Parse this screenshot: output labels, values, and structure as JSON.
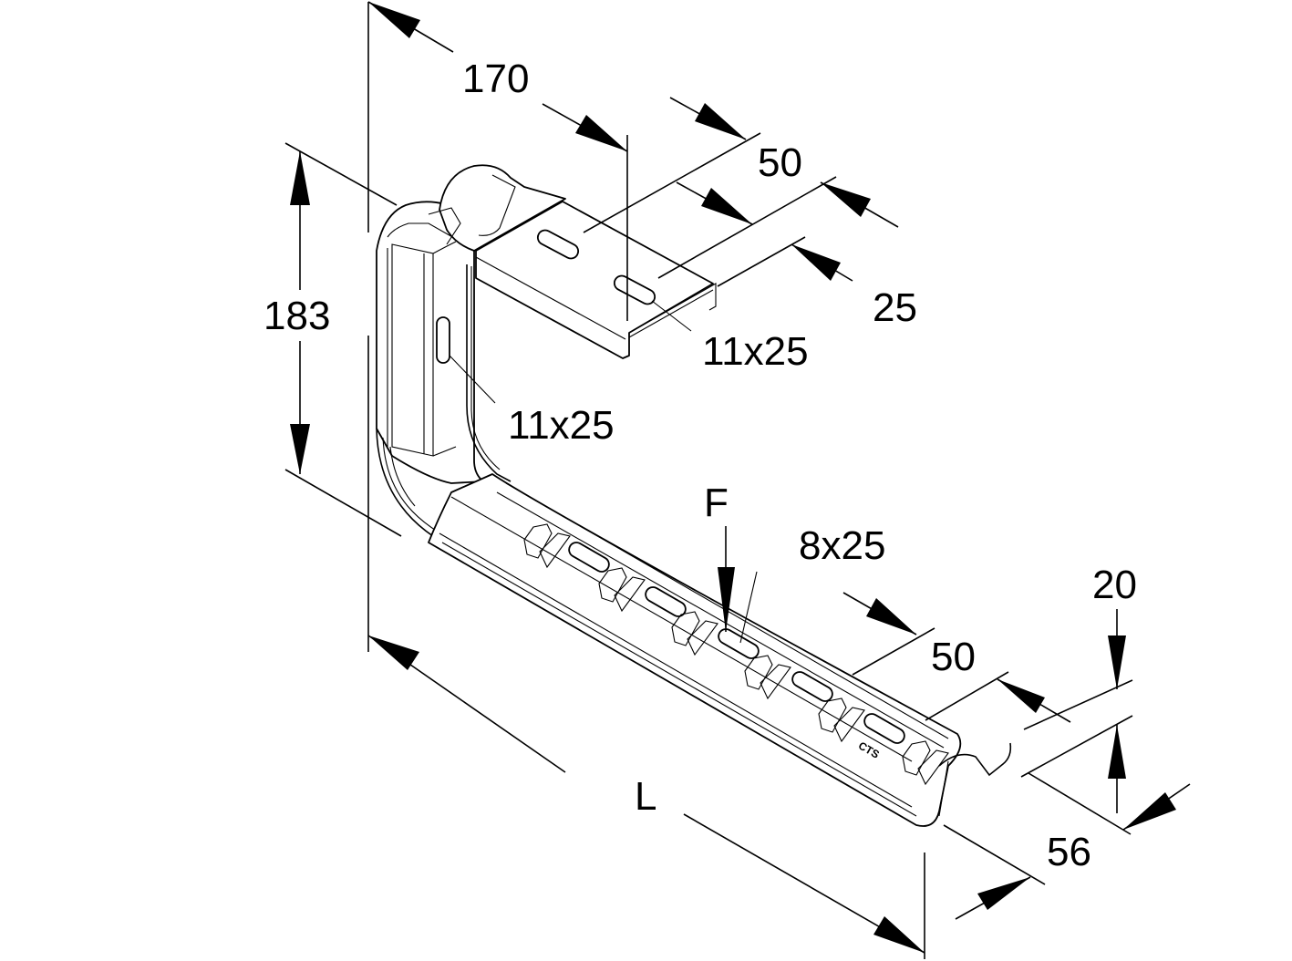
{
  "drawing": {
    "title": "Cable tray bracket with ceiling/wall mounting plate",
    "colors": {
      "line": "#000000",
      "background": "#ffffff"
    },
    "dimensions": {
      "reach": "170",
      "height": "183",
      "plate_width": "50",
      "plate_hole_offset": "25",
      "plate_slot": "11x25",
      "vertical_slot": "11x25",
      "load_label": "F",
      "tray_slot": "8x25",
      "tray_width": "50",
      "lip_height": "20",
      "profile_width": "56",
      "length": "L"
    },
    "stamp": "CTS"
  }
}
